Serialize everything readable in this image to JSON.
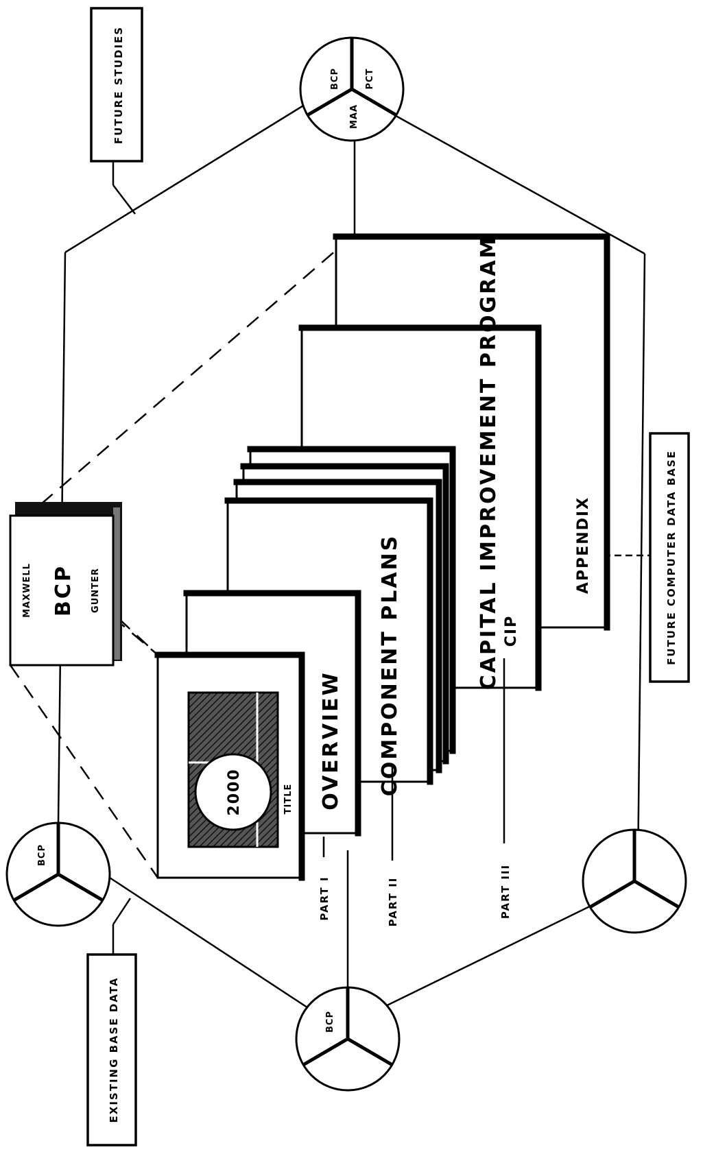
{
  "labels": {
    "future_studies": "FUTURE STUDIES",
    "existing_base_data": "EXISTING BASE DATA",
    "future_computer_data_base": "FUTURE COMPUTER DATA BASE",
    "circle_top_bcp": "BCP",
    "circle_top_pct": "PCT",
    "circle_top_maa": "MAA",
    "circle_left_bcp": "BCP",
    "circle_bottom_bcp": "BCP",
    "book_maxwell": "MAXWELL",
    "book_bcp": "BCP",
    "book_gunter": "GUNTER",
    "title_year": "2000",
    "title_label": "TITLE",
    "overview": "OVERVIEW",
    "component_plans": "COMPONENT PLANS",
    "capital_improvement_program": "CAPITAL IMPROVEMENT PROGRAM",
    "cip": "CIP",
    "appendix": "APPENDIX",
    "part_1": "PART I",
    "part_2": "PART II",
    "part_3": "PART III"
  }
}
